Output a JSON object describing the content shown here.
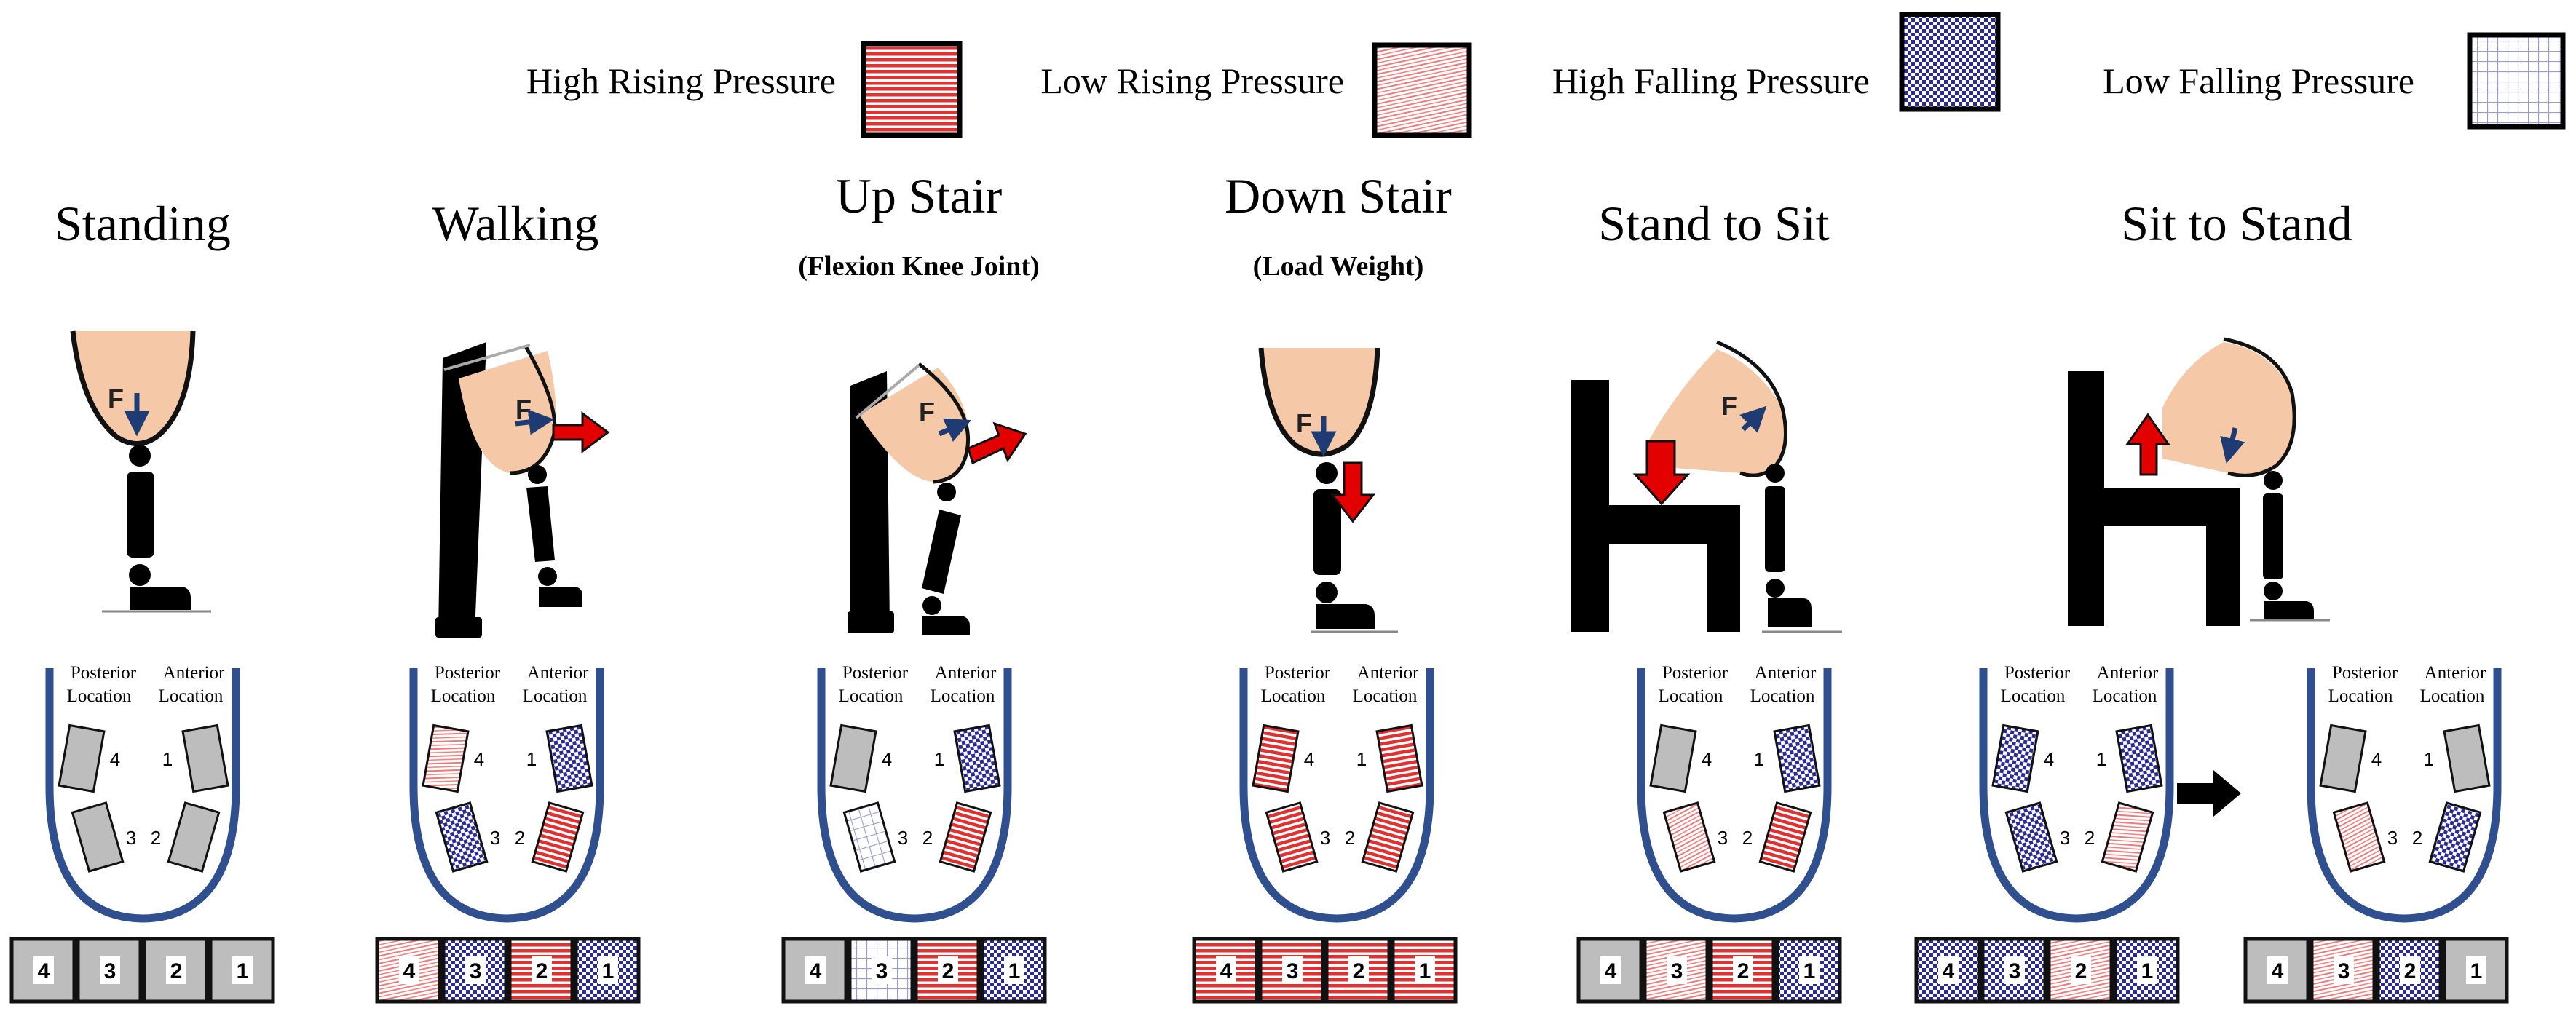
{
  "legend": {
    "high_rising": "High Rising Pressure",
    "low_rising": "Low Rising Pressure",
    "high_falling": "High Falling Pressure",
    "low_falling": "Low Falling Pressure"
  },
  "force_label": "F",
  "socket_labels": {
    "posterior_line1": "Posterior",
    "posterior_line2": "Location",
    "anterior_line1": "Anterior",
    "anterior_line2": "Location"
  },
  "colors": {
    "high_rising": "#e03030",
    "low_rising": "#f07a7a",
    "high_falling": "#2a2a9a",
    "low_falling": "#9a9ad8",
    "neutral": "#bdbdbd",
    "socket": "#2f4f8f",
    "skin": "#f5c9a8",
    "arrow_red": "#e30000",
    "arrow_blue": "#1f3b73"
  },
  "panels": [
    {
      "title": "Standing",
      "subtitle": "",
      "sensors": [
        "neutral",
        "neutral",
        "neutral",
        "neutral"
      ],
      "strip": [
        "neutral",
        "neutral",
        "neutral",
        "neutral"
      ]
    },
    {
      "title": "Walking",
      "subtitle": "",
      "sensors": [
        "high_falling",
        "high_rising",
        "high_falling",
        "low_rising"
      ],
      "strip": [
        "low_rising",
        "high_falling",
        "high_rising",
        "high_falling"
      ]
    },
    {
      "title": "Up Stair",
      "subtitle": "(Flexion Knee Joint)",
      "sensors": [
        "high_falling",
        "high_rising",
        "low_falling",
        "neutral"
      ],
      "strip": [
        "neutral",
        "low_falling",
        "high_rising",
        "high_falling"
      ]
    },
    {
      "title": "Down Stair",
      "subtitle": "(Load Weight)",
      "sensors": [
        "high_rising",
        "high_rising",
        "high_rising",
        "high_rising"
      ],
      "strip": [
        "high_rising",
        "high_rising",
        "high_rising",
        "high_rising"
      ]
    },
    {
      "title": "Stand to Sit",
      "subtitle": "",
      "sensors": [
        "high_falling",
        "high_rising",
        "low_rising",
        "neutral"
      ],
      "strip": [
        "neutral",
        "low_rising",
        "high_rising",
        "high_falling"
      ]
    },
    {
      "title": "Sit to Stand",
      "subtitle": "",
      "sensors": [
        "high_falling",
        "low_rising",
        "high_falling",
        "high_falling"
      ],
      "strip": [
        "high_falling",
        "high_falling",
        "low_rising",
        "high_falling"
      ],
      "sensors_after": [
        "neutral",
        "high_falling",
        "low_rising",
        "neutral"
      ],
      "strip_after": [
        "neutral",
        "low_rising",
        "high_falling",
        "neutral"
      ]
    }
  ],
  "strip_numbers": [
    "4",
    "3",
    "2",
    "1"
  ]
}
